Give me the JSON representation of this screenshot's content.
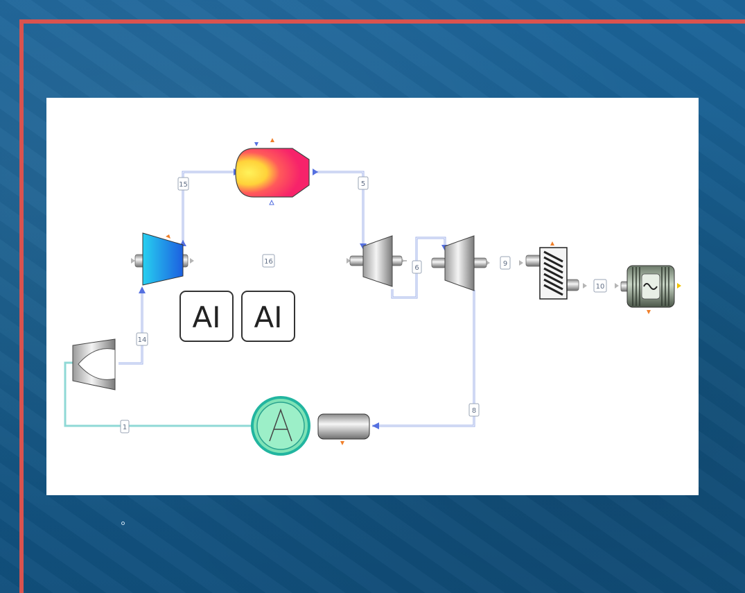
{
  "stream_labels": {
    "s15": "15",
    "s5": "5",
    "s16": "16",
    "s6": "6",
    "s9": "9",
    "s10": "10",
    "s14": "14",
    "s1": "1",
    "s8": "8"
  },
  "ai_boxes": [
    "AI",
    "AI"
  ],
  "colors": {
    "frame_red": "#d9534f",
    "background_blue": "#1a5f92",
    "panel": "#ffffff",
    "pipe_blue": "#9fb0ea",
    "pipe_teal": "#8fd9d6",
    "pump_green": "#7fe3b6",
    "port_orange": "#f07f2a",
    "arrow_blue": "#5570e0"
  },
  "icons": [
    "compressor-icon",
    "combustor-icon",
    "turbine-icon",
    "gearbox-icon",
    "generator-icon",
    "heat-exchanger-icon",
    "pump-icon",
    "tank-icon"
  ]
}
